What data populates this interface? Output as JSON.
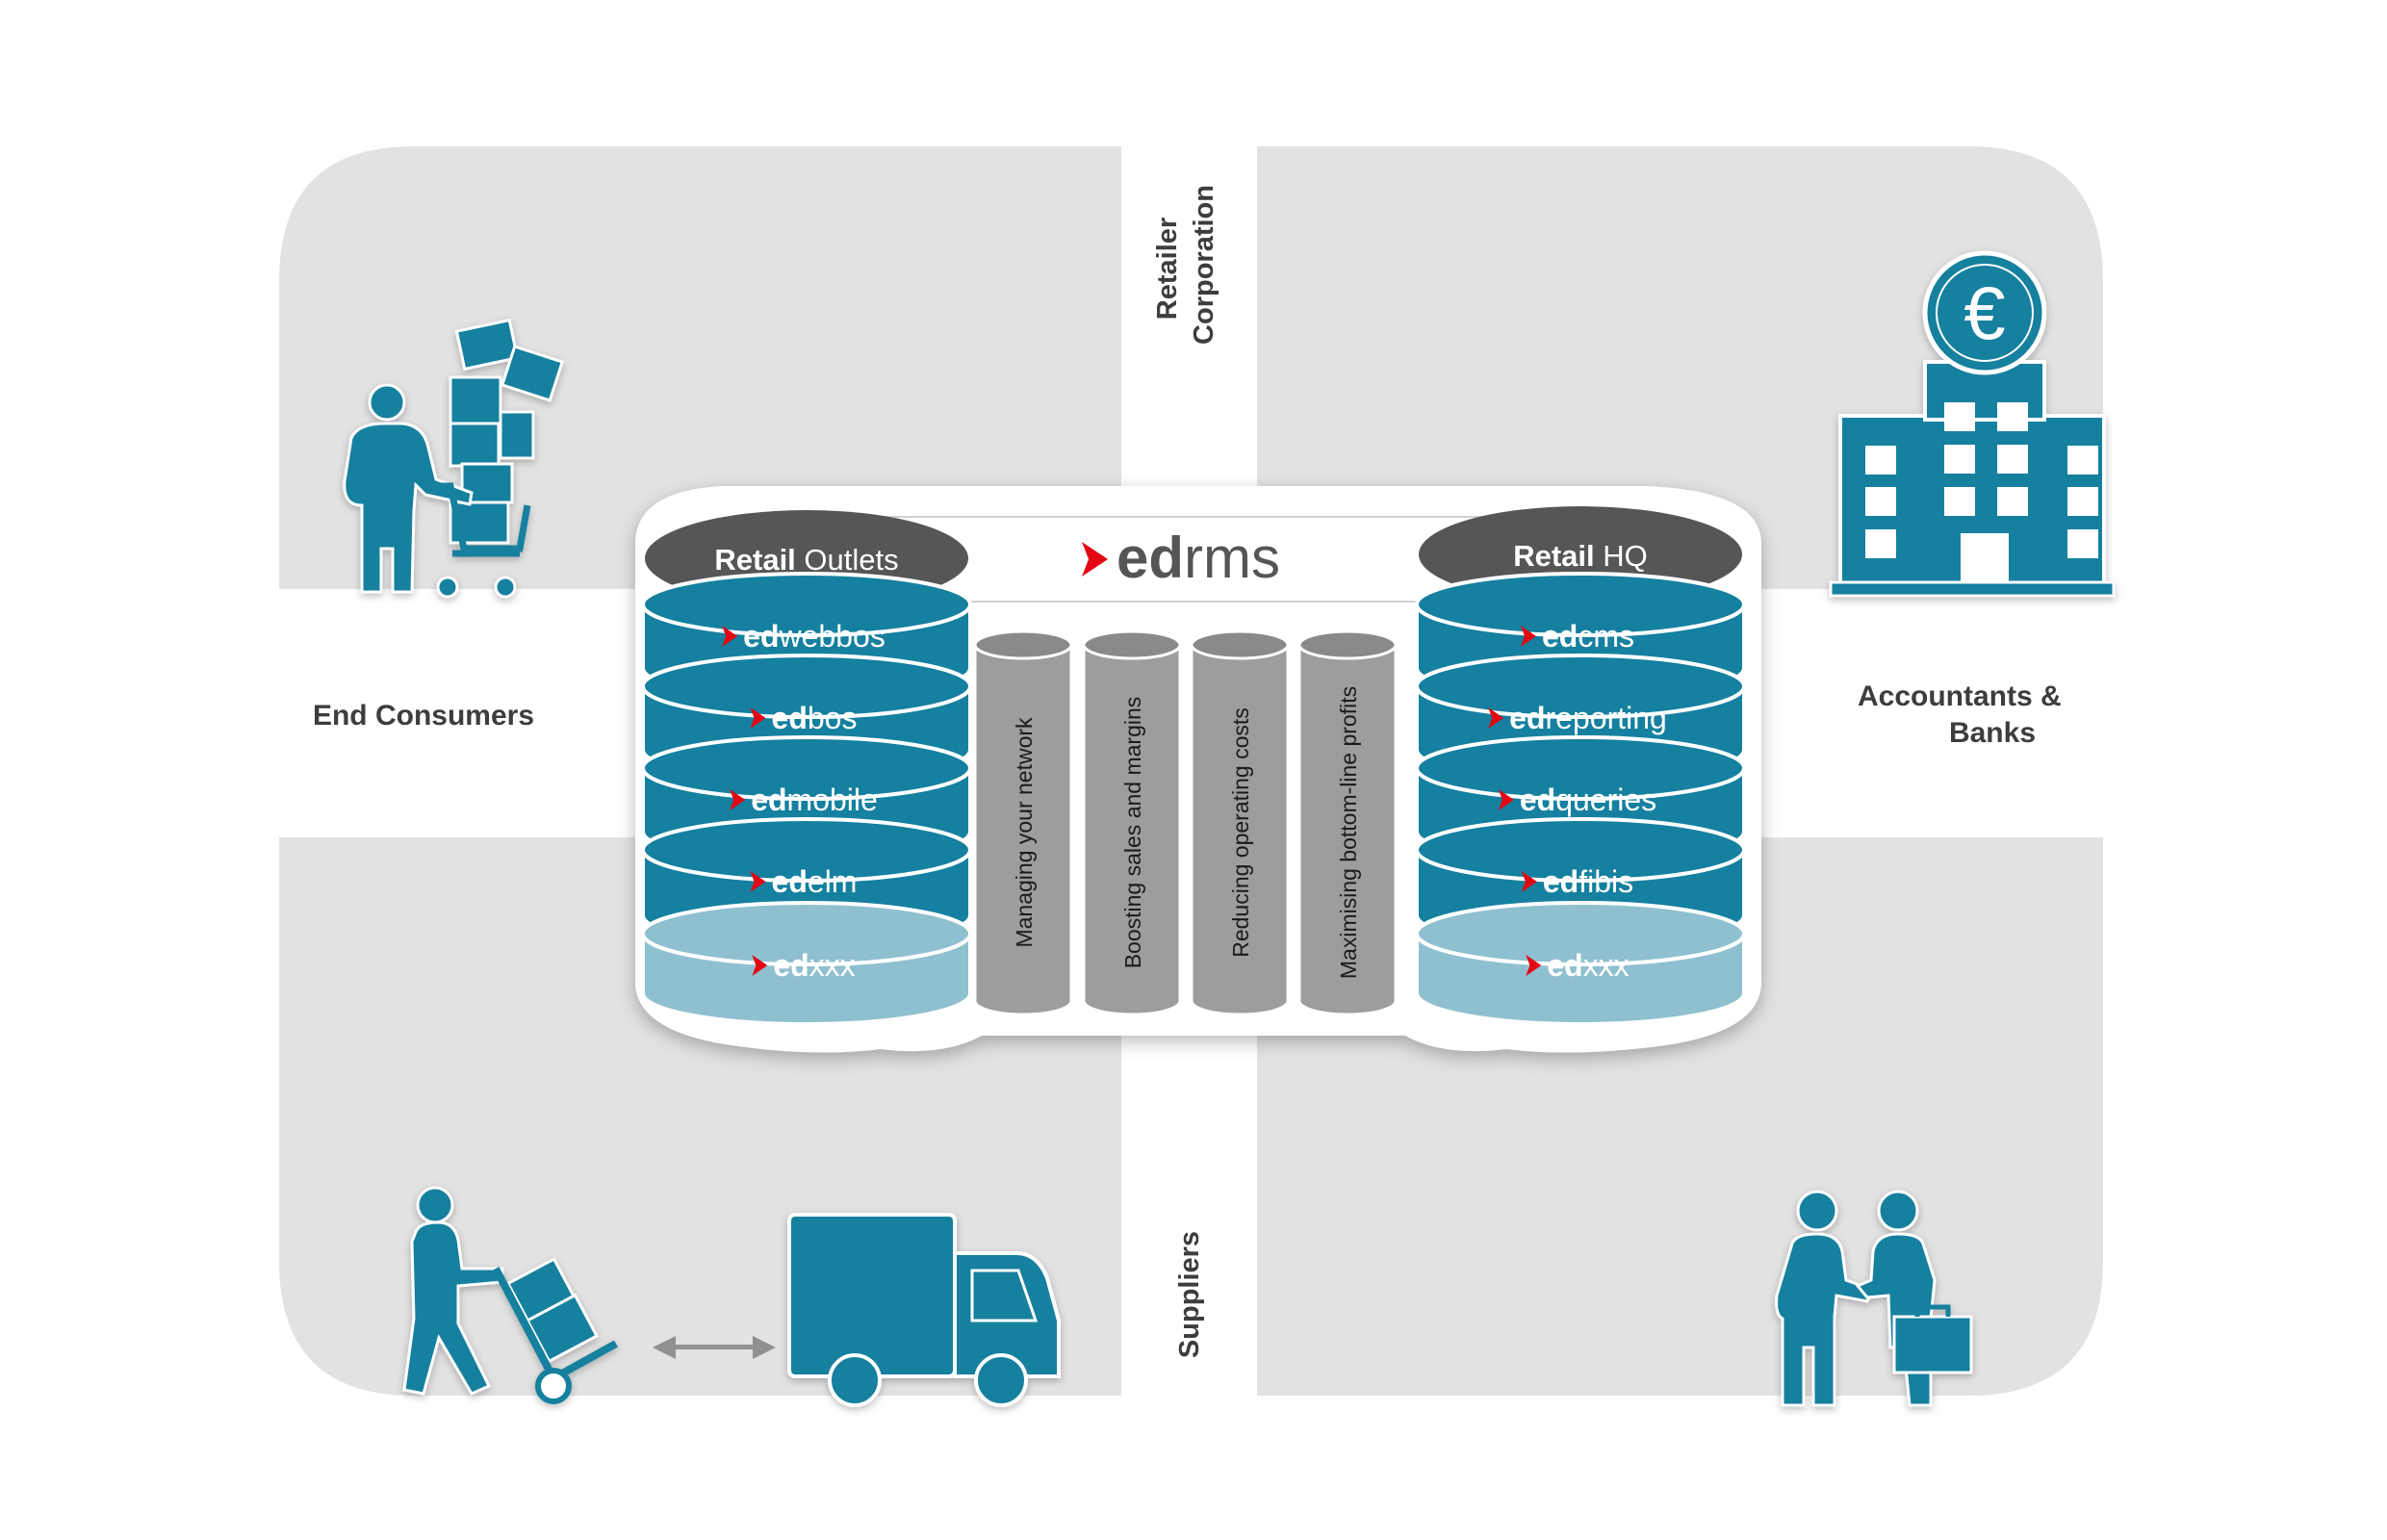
{
  "colors": {
    "panel": "#e2e2e3",
    "teal": "#15809f",
    "teal_light": "#8fc0cf",
    "dark_pill": "#565656",
    "grey_pillar": "#9d9d9e",
    "red": "#e30613",
    "text": "#3d3d3d"
  },
  "labels": {
    "retailer_corporation": [
      "Retailer",
      "Corporation"
    ],
    "suppliers": "Suppliers",
    "end_consumers": "End Consumers",
    "accountants_banks": [
      "Accountants &",
      "Banks"
    ]
  },
  "header": {
    "left_pill": {
      "bold": "Retail",
      "regular": " Outlets"
    },
    "right_pill": {
      "bold": "Retail",
      "regular": " HQ"
    },
    "logo": {
      "bold": "ed",
      "regular": "rms"
    }
  },
  "left_stack": [
    {
      "bold": "ed",
      "regular": "webbos"
    },
    {
      "bold": "ed",
      "regular": "bos"
    },
    {
      "bold": "ed",
      "regular": "mobile"
    },
    {
      "bold": "ed",
      "regular": "elm"
    },
    {
      "bold": "ed",
      "regular": "xxx"
    }
  ],
  "right_stack": [
    {
      "bold": "ed",
      "regular": "cms"
    },
    {
      "bold": "ed",
      "regular": "reporting"
    },
    {
      "bold": "ed",
      "regular": "queries"
    },
    {
      "bold": "ed",
      "regular": "fibis"
    },
    {
      "bold": "ed",
      "regular": "xxx"
    }
  ],
  "pillars": [
    "Managing your network",
    "Boosting sales and margins",
    "Reducing operating costs",
    "Maximising bottom-line profits"
  ],
  "icons": {
    "shopper": "shopper-with-cart-icon",
    "bank": "euro-bank-building-icon",
    "porter": "porter-with-hand-truck-icon",
    "arrow": "double-arrow-icon",
    "truck": "delivery-truck-icon",
    "handshake": "handshake-icon"
  }
}
